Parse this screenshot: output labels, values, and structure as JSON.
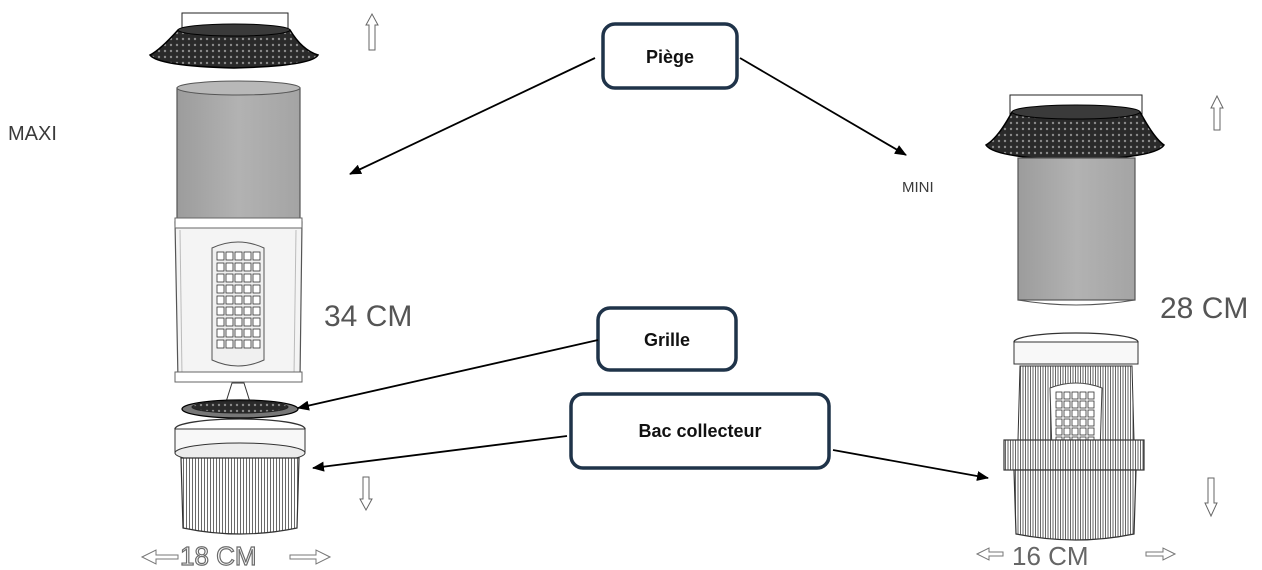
{
  "labels": {
    "maxi": "MAXI",
    "mini": "MINI"
  },
  "callouts": {
    "piege": "Piège",
    "grille": "Grille",
    "bac_collecteur": "Bac collecteur"
  },
  "dimensions": {
    "maxi_height": "34 CM",
    "maxi_width": "18 CM",
    "mini_height": "28 CM",
    "mini_width": "16 CM"
  },
  "colors": {
    "callout_border": "#1f3349",
    "cylinder_gray": "#aaaaaa",
    "mesh_dark": "#2b2b2b"
  }
}
